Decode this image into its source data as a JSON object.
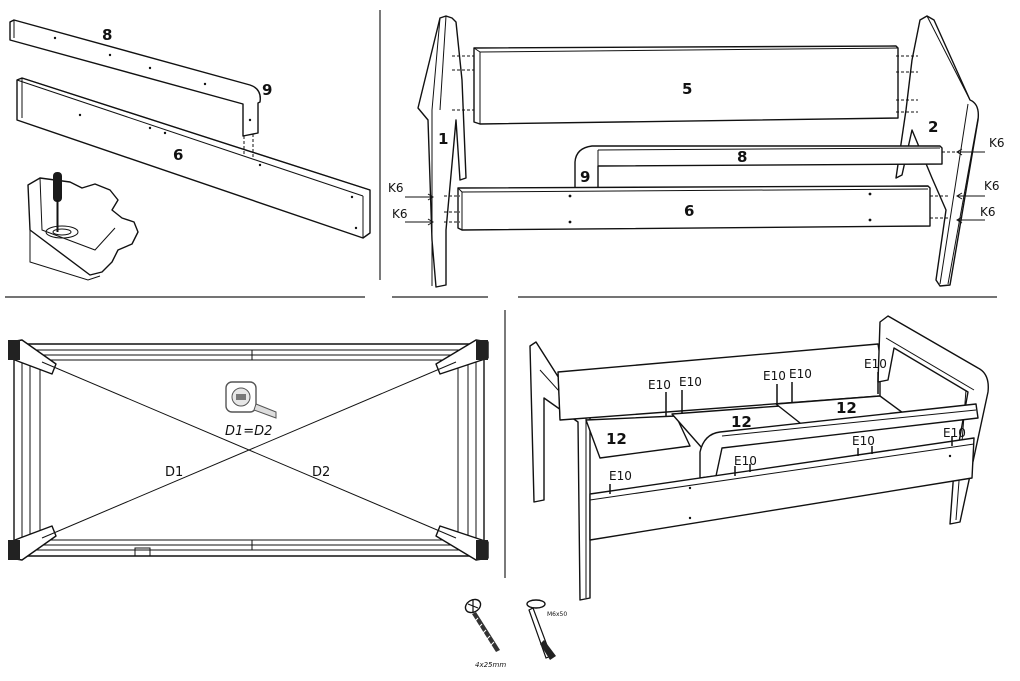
{
  "panel_top_left": {
    "part_rail": "8",
    "part_bracket": "9",
    "part_board": "6"
  },
  "panel_top_right": {
    "part_left_head": "1",
    "part_right_head": "2",
    "part_back": "5",
    "part_rail": "8",
    "part_bracket": "9",
    "part_front": "6",
    "screw_k6": "K6"
  },
  "panel_bottom_left": {
    "measure_rule": "D1=D2",
    "diagonal_1": "D1",
    "diagonal_2": "D2"
  },
  "panel_bottom_right": {
    "slat": "12",
    "screw_e10": "E10"
  },
  "hardware": {
    "wood_screw_size": "4x25mm",
    "bolt_size": "M6x50"
  },
  "colors": {
    "line": "#111111",
    "background": "#ffffff"
  }
}
